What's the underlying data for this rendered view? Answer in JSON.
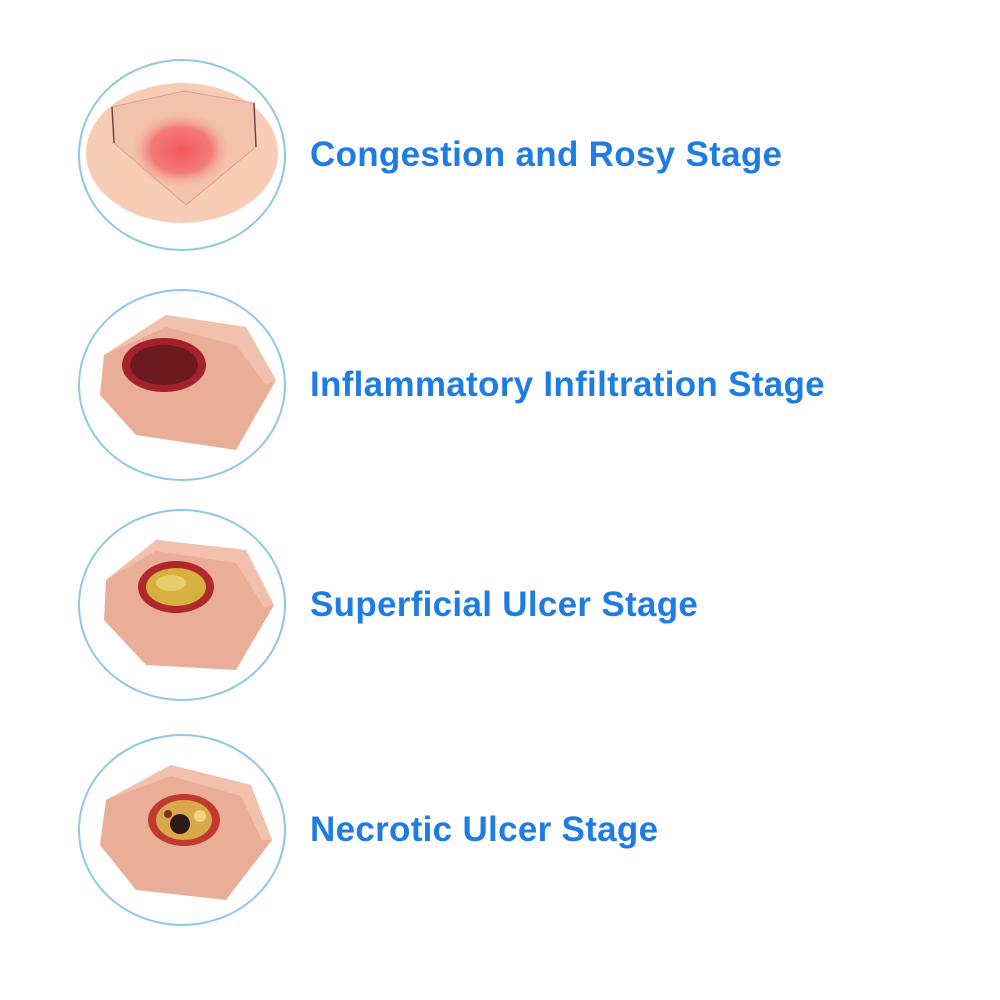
{
  "accent_color": "#1f7ce2",
  "stages": [
    {
      "label": "Congestion and Rosy Stage",
      "icon": "rosy-skin-model-icon"
    },
    {
      "label": "Inflammatory Infiltration Stage",
      "icon": "inflamed-wound-model-icon"
    },
    {
      "label": "Superficial Ulcer Stage",
      "icon": "superficial-ulcer-model-icon"
    },
    {
      "label": "Necrotic Ulcer Stage",
      "icon": "necrotic-ulcer-model-icon"
    }
  ]
}
